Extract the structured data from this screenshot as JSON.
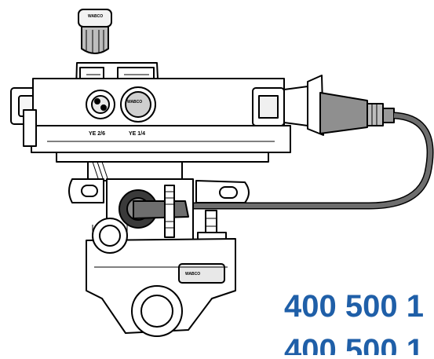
{
  "figure": {
    "ports": [
      {
        "label": "YE 2/6"
      },
      {
        "label": "YE 1/4"
      }
    ],
    "brand_marks": [
      "WABCO",
      "WABCO",
      "WABCO"
    ]
  },
  "part_numbers": [
    "400 500 1",
    "400 500 1"
  ],
  "colors": {
    "part_number": "#1f5fa8",
    "line": "#000000",
    "cable": "#6e6e6e",
    "cap": "#9a9a9a"
  }
}
